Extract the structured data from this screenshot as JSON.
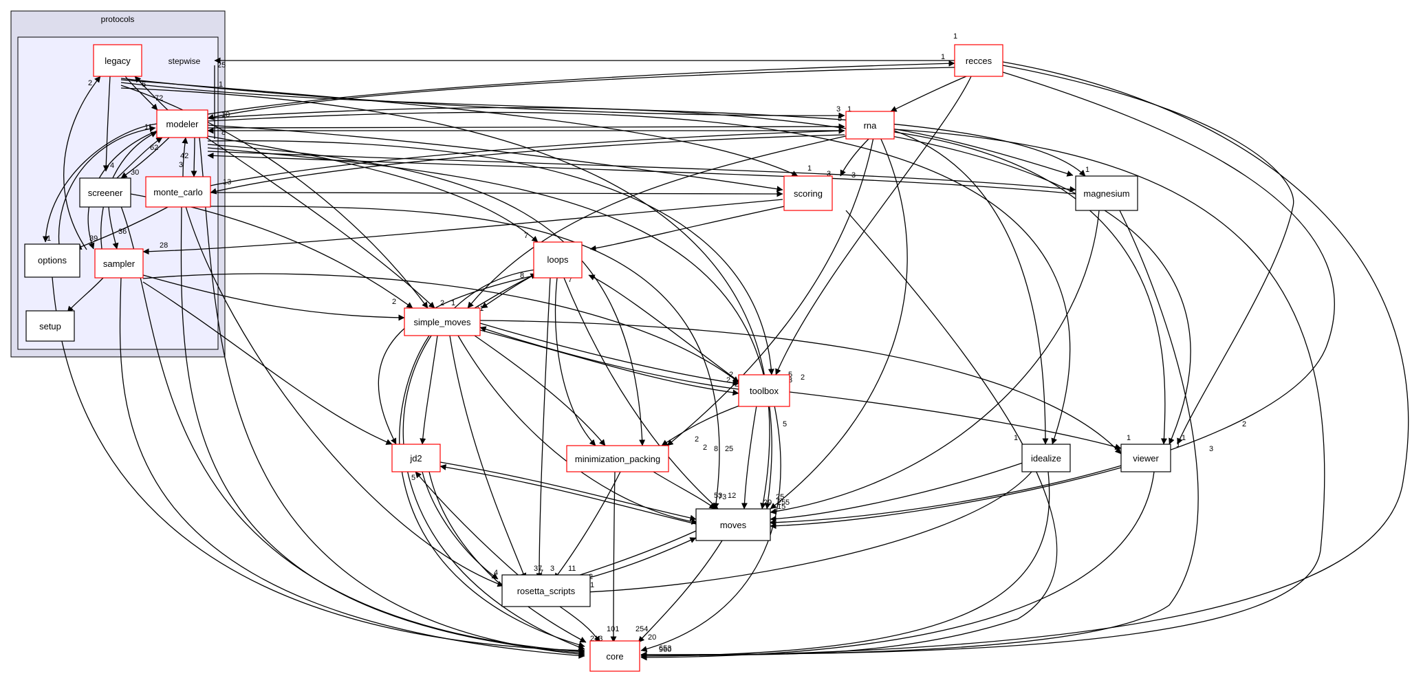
{
  "diagram": {
    "clusters": {
      "outer_label": "protocols",
      "inner_label": "stepwise"
    },
    "nodes": [
      {
        "id": "legacy",
        "label": "legacy",
        "red": true
      },
      {
        "id": "modeler",
        "label": "modeler",
        "red": true
      },
      {
        "id": "screener",
        "label": "screener",
        "red": false
      },
      {
        "id": "monte_carlo",
        "label": "monte_carlo",
        "red": true
      },
      {
        "id": "options",
        "label": "options",
        "red": false
      },
      {
        "id": "sampler",
        "label": "sampler",
        "red": true
      },
      {
        "id": "setup",
        "label": "setup",
        "red": false
      },
      {
        "id": "recces",
        "label": "recces",
        "red": true
      },
      {
        "id": "rna",
        "label": "rna",
        "red": true
      },
      {
        "id": "scoring",
        "label": "scoring",
        "red": true
      },
      {
        "id": "magnesium",
        "label": "magnesium",
        "red": false
      },
      {
        "id": "loops",
        "label": "loops",
        "red": true
      },
      {
        "id": "simple_moves",
        "label": "simple_moves",
        "red": true
      },
      {
        "id": "toolbox",
        "label": "toolbox",
        "red": true
      },
      {
        "id": "jd2",
        "label": "jd2",
        "red": true
      },
      {
        "id": "minimization_packing",
        "label": "minimization_packing",
        "red": true
      },
      {
        "id": "idealize",
        "label": "idealize",
        "red": false
      },
      {
        "id": "viewer",
        "label": "viewer",
        "red": false
      },
      {
        "id": "moves",
        "label": "moves",
        "red": false
      },
      {
        "id": "rosetta_scripts",
        "label": "rosetta_scripts",
        "red": false
      },
      {
        "id": "core",
        "label": "core",
        "red": true
      }
    ],
    "edge_labels": [
      "25",
      "1",
      "1",
      "6",
      "72",
      "2",
      "10",
      "4",
      "30",
      "62",
      "42",
      "3",
      "8",
      "13",
      "11",
      "39",
      "36",
      "1",
      "1",
      "28",
      "1",
      "3",
      "5",
      "1",
      "3",
      "3",
      "3",
      "2",
      "1",
      "7",
      "3",
      "7",
      "8",
      "11",
      "2",
      "2",
      "1",
      "2",
      "2",
      "2",
      "3",
      "5",
      "2",
      "1",
      "1",
      "6",
      "8",
      "2",
      "5",
      "2",
      "2",
      "1",
      "1",
      "2",
      "1",
      "3",
      "1",
      "5",
      "73",
      "12",
      "53",
      "25",
      "25",
      "29",
      "5",
      "15",
      "33",
      "37",
      "3",
      "11",
      "7",
      "4",
      "5",
      "2",
      "1",
      "101",
      "254",
      "20",
      "653",
      "213",
      "136",
      "960"
    ]
  }
}
